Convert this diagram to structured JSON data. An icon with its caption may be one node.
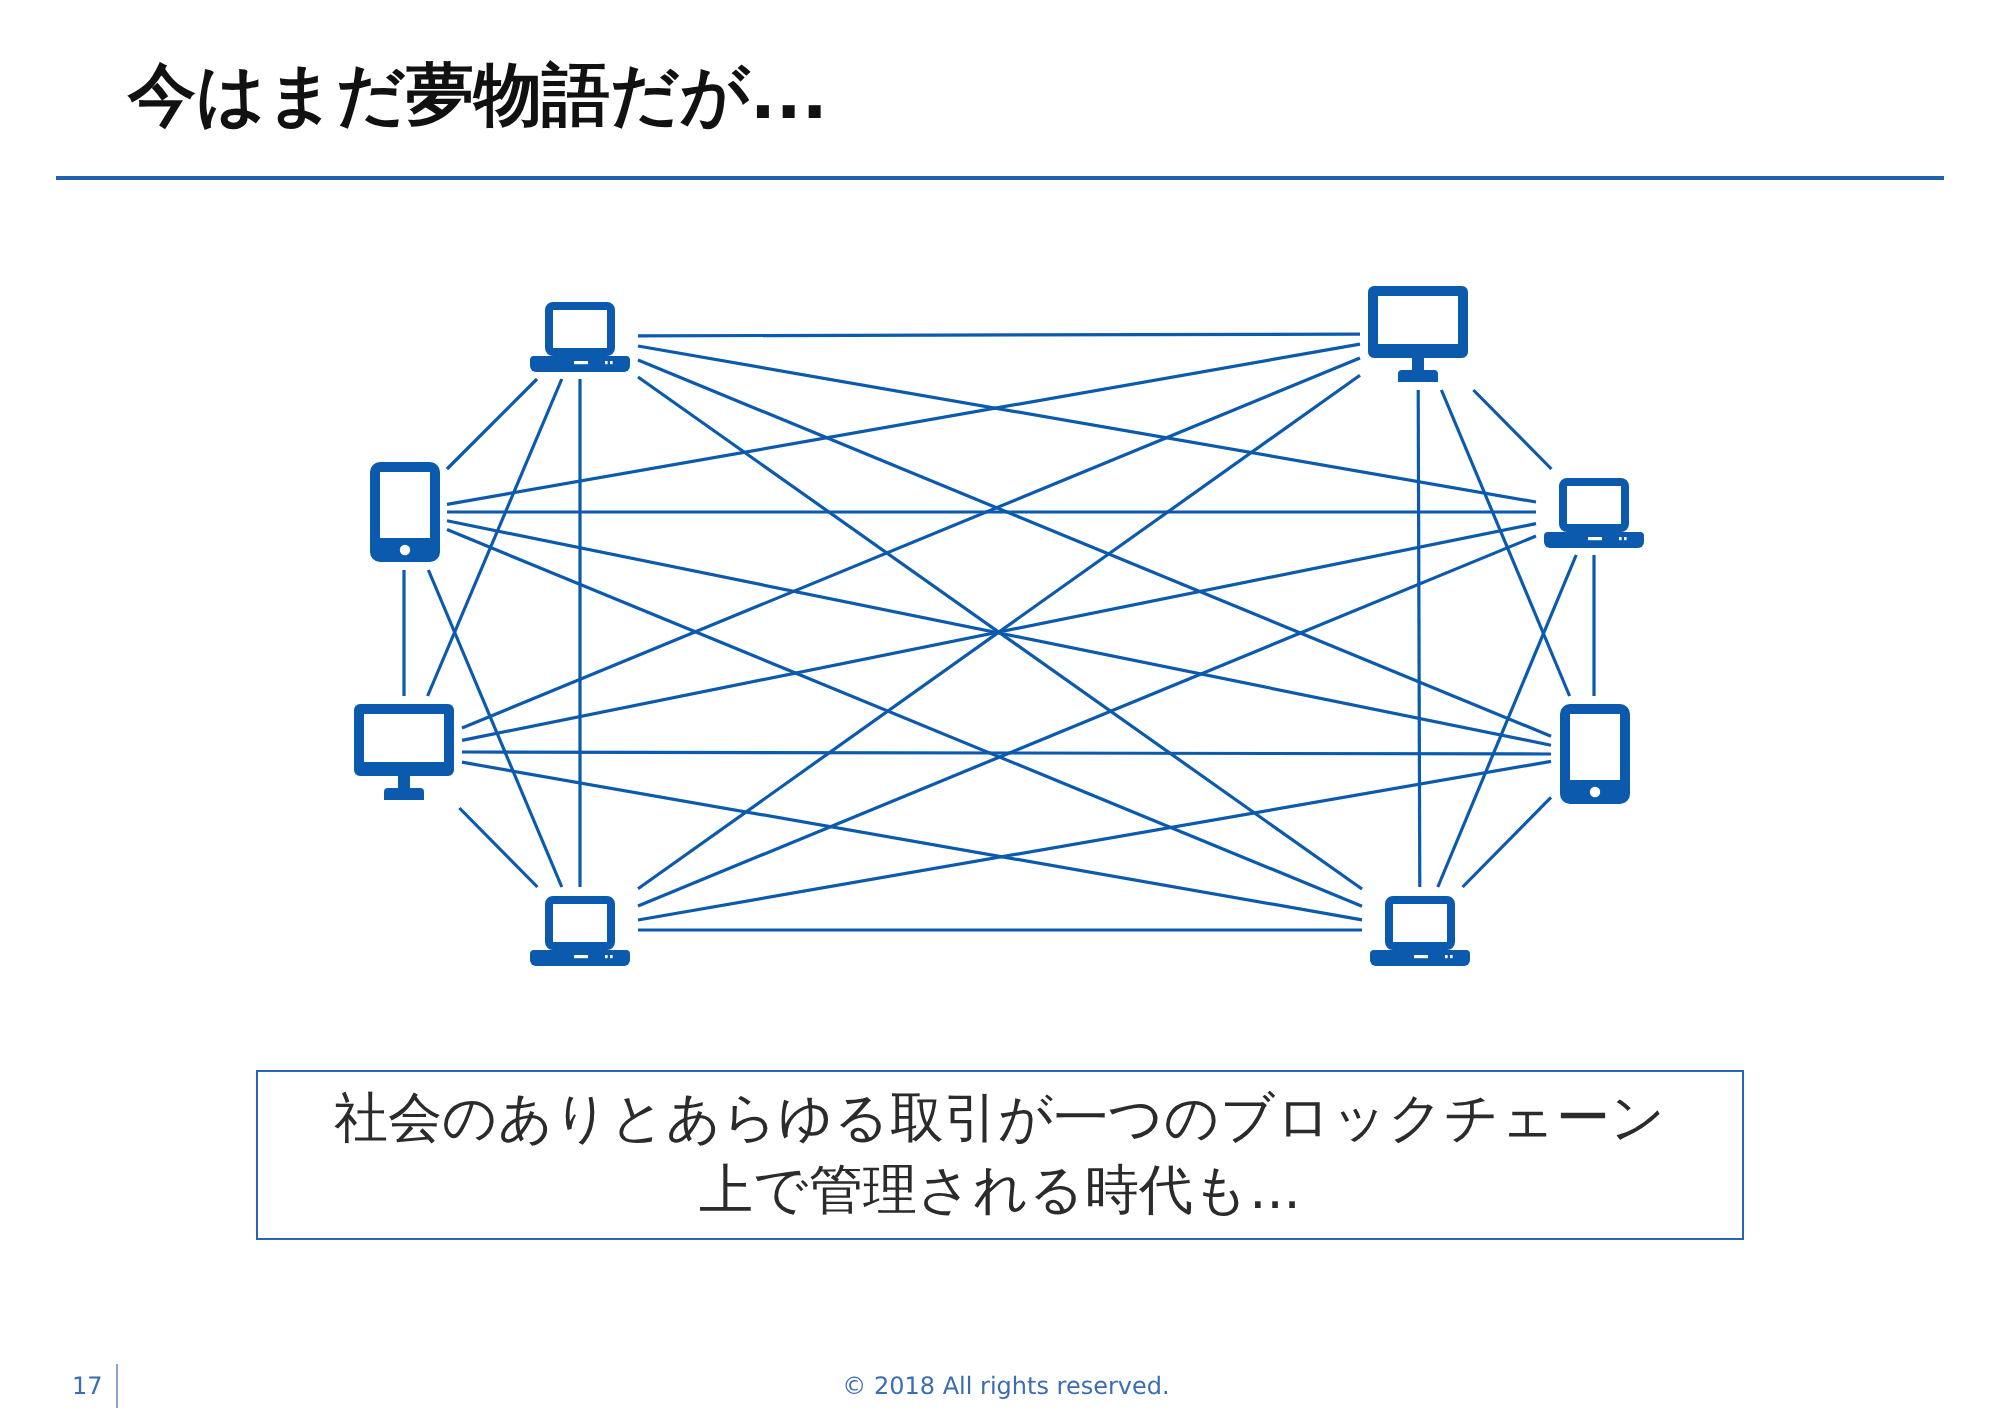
{
  "diagram": {
    "title": "今はまだ夢物語だが...",
    "nodes": [
      {
        "text": [],
        "shape": "laptop"
      },
      {
        "text": [],
        "shape": "monitor"
      },
      {
        "text": [],
        "shape": "phone"
      },
      {
        "text": [],
        "shape": "laptop"
      },
      {
        "text": [],
        "shape": "monitor"
      },
      {
        "text": [],
        "shape": "phone"
      },
      {
        "text": [],
        "shape": "laptop"
      },
      {
        "text": [],
        "shape": "laptop"
      },
      {
        "text": [
          "社会のありとあらゆる取引が一つのブロックチェーン上で管理される時代も..."
        ]
      }
    ],
    "edges": [
      {
        "from": 0,
        "to": 1,
        "arrow": "none"
      },
      {
        "from": 0,
        "to": 2,
        "arrow": "none"
      },
      {
        "from": 0,
        "to": 3,
        "arrow": "none"
      },
      {
        "from": 0,
        "to": 4,
        "arrow": "none"
      },
      {
        "from": 0,
        "to": 5,
        "arrow": "none"
      },
      {
        "from": 0,
        "to": 6,
        "arrow": "none"
      },
      {
        "from": 0,
        "to": 7,
        "arrow": "none"
      },
      {
        "from": 1,
        "to": 2,
        "arrow": "none"
      },
      {
        "from": 1,
        "to": 3,
        "arrow": "none"
      },
      {
        "from": 1,
        "to": 4,
        "arrow": "none"
      },
      {
        "from": 1,
        "to": 5,
        "arrow": "none"
      },
      {
        "from": 1,
        "to": 6,
        "arrow": "none"
      },
      {
        "from": 1,
        "to": 7,
        "arrow": "none"
      },
      {
        "from": 2,
        "to": 3,
        "arrow": "none"
      },
      {
        "from": 2,
        "to": 4,
        "arrow": "none"
      },
      {
        "from": 2,
        "to": 5,
        "arrow": "none"
      },
      {
        "from": 2,
        "to": 6,
        "arrow": "none"
      },
      {
        "from": 2,
        "to": 7,
        "arrow": "none"
      },
      {
        "from": 3,
        "to": 4,
        "arrow": "none"
      },
      {
        "from": 3,
        "to": 5,
        "arrow": "none"
      },
      {
        "from": 3,
        "to": 6,
        "arrow": "none"
      },
      {
        "from": 3,
        "to": 7,
        "arrow": "none"
      },
      {
        "from": 4,
        "to": 5,
        "arrow": "none"
      },
      {
        "from": 4,
        "to": 6,
        "arrow": "none"
      },
      {
        "from": 4,
        "to": 7,
        "arrow": "none"
      },
      {
        "from": 5,
        "to": 6,
        "arrow": "none"
      },
      {
        "from": 5,
        "to": 7,
        "arrow": "none"
      },
      {
        "from": 6,
        "to": 7,
        "arrow": "none"
      }
    ],
    "labels": [
      "17",
      "© 2018 All rights reserved."
    ]
  }
}
